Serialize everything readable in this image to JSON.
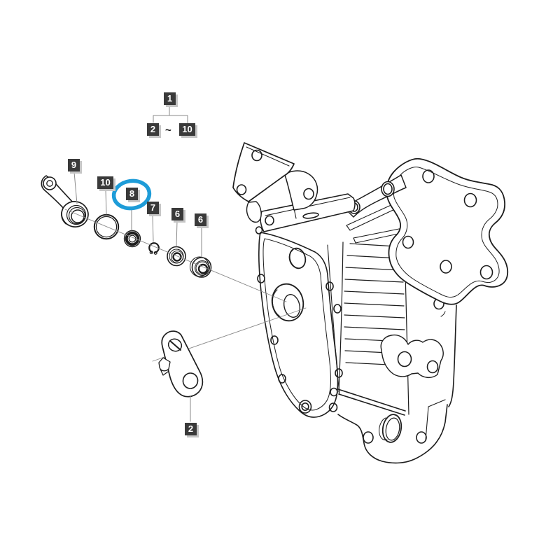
{
  "diagram": {
    "kind": "exploded-parts-diagram",
    "background": "#ffffff",
    "line_color": "#1d1d1d",
    "leader_color": "#8a8a8a",
    "label_style": {
      "bg": "#3a3a3a",
      "text": "#ffffff",
      "shadow": "#c6c6c6"
    },
    "highlight": {
      "shape": "ellipse",
      "color": "#1e9cd8",
      "around_part": "8"
    }
  },
  "callouts": {
    "group": {
      "parent": "1",
      "from": "2",
      "separator": "~",
      "to": "10"
    },
    "parts": [
      {
        "id": "9",
        "part": "lever-arm-with-boss"
      },
      {
        "id": "10",
        "part": "o-ring"
      },
      {
        "id": "8",
        "part": "oil-seal",
        "highlighted": true
      },
      {
        "id": "7",
        "part": "snap-ring"
      },
      {
        "id": "6",
        "part": "bearing"
      },
      {
        "id": "6",
        "part": "bearing"
      },
      {
        "id": "2",
        "part": "shift-lever"
      }
    ]
  }
}
